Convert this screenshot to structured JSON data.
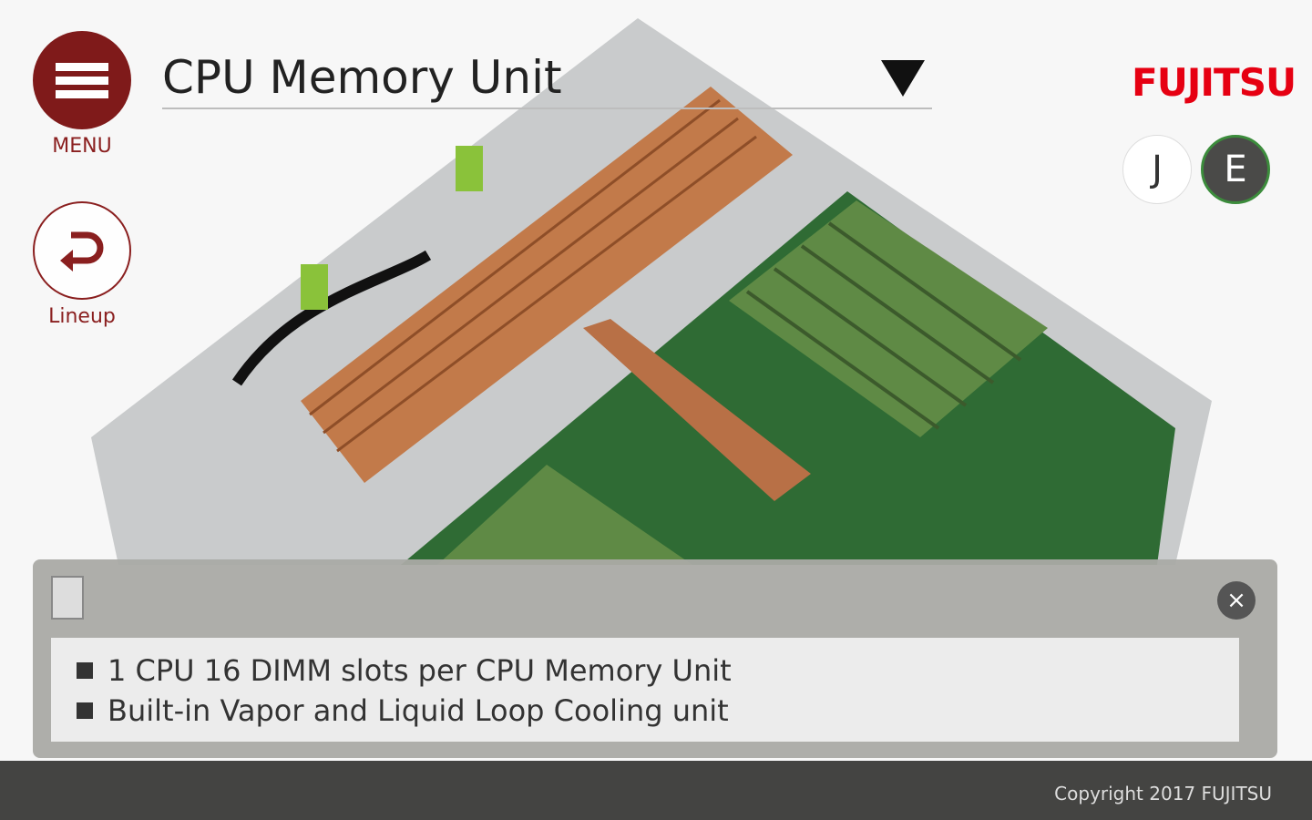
{
  "header": {
    "title": "CPU Memory Unit"
  },
  "nav": {
    "menu_label": "MENU",
    "lineup_label": "Lineup"
  },
  "brand": {
    "logo": "FUJITSU",
    "color": "#e60012"
  },
  "language": {
    "j": "J",
    "e": "E",
    "selected": "E"
  },
  "info_panel": {
    "close": "×",
    "bullets": [
      "1 CPU 16 DIMM slots per CPU Memory Unit",
      "Built-in Vapor and Liquid Loop Cooling unit"
    ]
  },
  "footer": {
    "copyright": "Copyright 2017 FUJITSU"
  }
}
